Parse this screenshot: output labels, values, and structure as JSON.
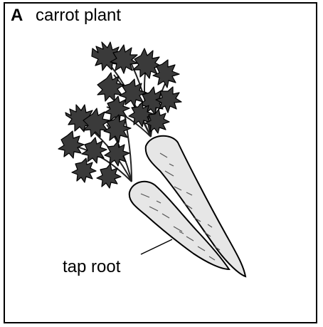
{
  "panel": {
    "label": "A",
    "title": "carrot plant"
  },
  "callout": {
    "text": "tap root"
  },
  "colors": {
    "carrot_fill": "#e6e6e6",
    "foliage_fill": "#3a3a3a",
    "outline": "#000000"
  }
}
